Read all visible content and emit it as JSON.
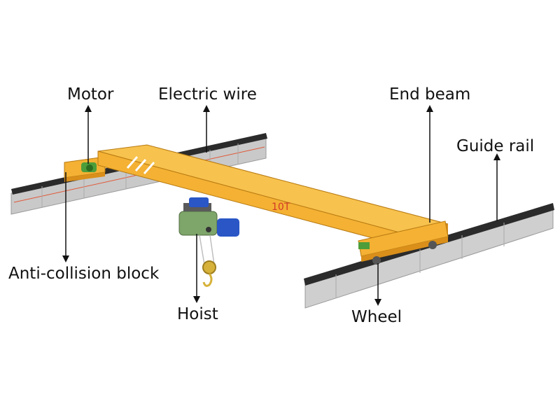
{
  "labels": {
    "motor": "Motor",
    "electric_wire": "Electric wire",
    "end_beam": "End beam",
    "guide_rail": "Guide rail",
    "anti_collision_block": "Anti-collision block",
    "hoist": "Hoist",
    "wheel": "Wheel"
  },
  "beam_marking": "10T",
  "colors": {
    "beam": "#f4b133",
    "beam_dark": "#d98f1a",
    "rail_top": "#2b2b2b",
    "rail_body": "#c9c9c9",
    "motor": "#2a56c6",
    "hoist_drum": "#7ea56a",
    "hook": "#d6b23a"
  }
}
